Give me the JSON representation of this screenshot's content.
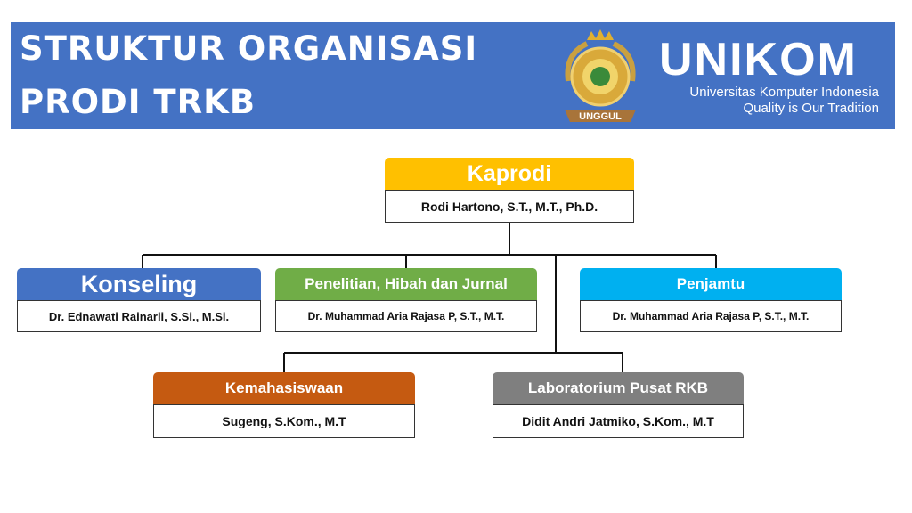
{
  "header": {
    "title_line1": "STRUKTUR ORGANISASI",
    "title_line2": "PRODI TRKB",
    "logo": {
      "brand": "UNIKOM",
      "seal_text": "UNGGUL",
      "tagline1": "Universitas Komputer Indonesia",
      "tagline2": "Quality is Our Tradition"
    }
  },
  "nodes": {
    "kaprodi": {
      "role": "Kaprodi",
      "name": "Rodi Hartono, S.T., M.T., Ph.D.",
      "color": "#ffc000"
    },
    "konseling": {
      "role": "Konseling",
      "name": "Dr. Ednawati Rainarli, S.Si., M.Si.",
      "color": "#4472c4"
    },
    "penelitian": {
      "role": "Penelitian, Hibah dan Jurnal",
      "name": "Dr. Muhammad  Aria  Rajasa  P, S.T., M.T.",
      "color": "#70ad47"
    },
    "penjamtu": {
      "role": "Penjamtu",
      "name": "Dr. Muhammad  Aria  Rajasa  P, S.T., M.T.",
      "color": "#00b0f0"
    },
    "kemahasiswaan": {
      "role": "Kemahasiswaan",
      "name": "Sugeng, S.Kom., M.T",
      "color": "#c55a11"
    },
    "laboratorium": {
      "role": "Laboratorium Pusat RKB",
      "name": "Didit Andri Jatmiko, S.Kom., M.T",
      "color": "#7f7f7f"
    }
  }
}
